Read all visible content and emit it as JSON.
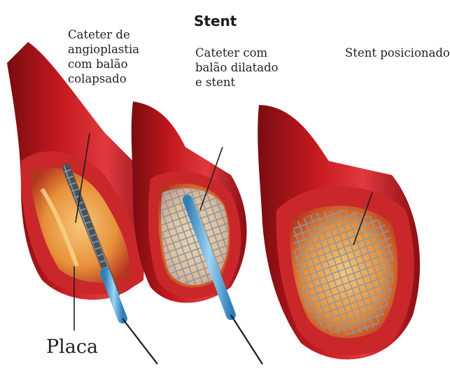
{
  "title": "Stent",
  "labels": {
    "catheter_collapsed": "Cateter de\nangioplastia\ncom balão\ncolapsado",
    "catheter_dilated": "Cateter com\nbalão dilatado\ne stent",
    "stent_placed": "Stent posicionado",
    "plaque": "Placa"
  },
  "colors": {
    "artery_outer": "#b3151c",
    "artery_dark": "#7a0c10",
    "artery_highlight": "#e5484d",
    "vessel_wall": "#d9312f",
    "plaque": "#f0b454",
    "catheter": "#5aa9dd",
    "stent_wire": "#9aa3ab",
    "guide_wire": "#222222"
  }
}
